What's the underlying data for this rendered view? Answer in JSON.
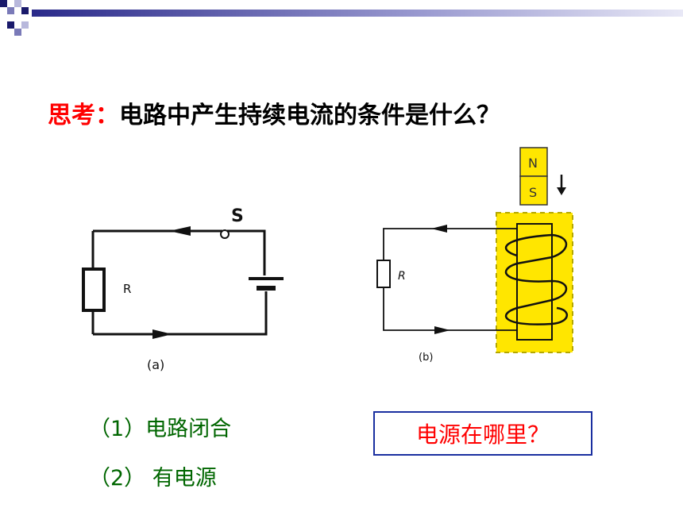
{
  "slide": {
    "title_prefix": "思考：",
    "title_text": "电路中产生持续电流的条件是什么？"
  },
  "circuit_a": {
    "switch_label": "S",
    "resistor_label": "R",
    "caption": "(a)"
  },
  "circuit_b": {
    "magnet_north": "N",
    "magnet_south": "S",
    "resistor_label": "R",
    "caption": "(b)"
  },
  "conditions": [
    "（1）电路闭合",
    "（2）  有电源"
  ],
  "question": "电源在哪里？",
  "colors": {
    "accent_red": "#ff0000",
    "condition_green": "#006600",
    "box_border_blue": "#1a2fa0",
    "coil_highlight_yellow": "#ffe600",
    "deco_navy": "#1a1a6b"
  }
}
